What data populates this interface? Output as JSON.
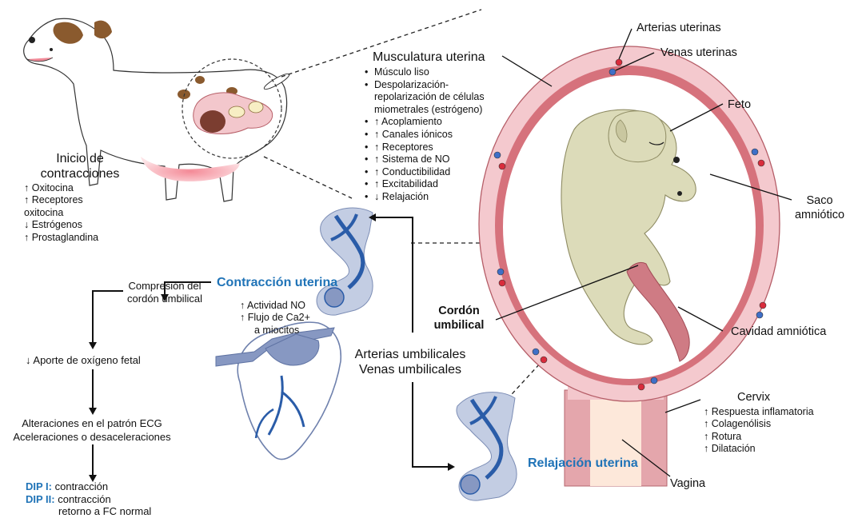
{
  "inicio": {
    "title_1": "Inicio de",
    "title_2": "contracciones",
    "items": [
      "↑ Oxitocina",
      "↑ Receptores",
      "oxitocina",
      "↓ Estrógenos",
      "↑ Prostaglandina"
    ]
  },
  "musculatura": {
    "title": "Musculatura uterina",
    "items": [
      "Músculo liso",
      "Despolarización-",
      "repolarización de células",
      "miometrales (estrógeno)",
      "↑  Acoplamiento",
      "↑  Canales iónicos",
      "↑  Receptores",
      "↑  Sistema de NO",
      "↑  Conductibilidad",
      "↑  Excitabilidad",
      "↓ Relajación"
    ]
  },
  "contraccion": {
    "title": "Contracción uterina",
    "items": [
      "↑ Actividad NO",
      "↑ Flujo de Ca2+",
      "a miocitos"
    ]
  },
  "flow": {
    "compresion_1": "Compresión del",
    "compresion_2": "cordón umbilical",
    "aporte": "↓ Aporte de oxígeno fetal",
    "alteraciones_1": "Alteraciones en el patrón ECG",
    "alteraciones_2": "Aceleraciones o desaceleraciones",
    "dip1_label": "DIP I:",
    "dip1_text": " contracción",
    "dip2_label": "DIP II:",
    "dip2_text": " contracción",
    "dip2_text_2": "retorno a FC normal"
  },
  "umbilicales": {
    "arterias": "Arterias umbilicales",
    "venas": "Venas umbilicales"
  },
  "labels": {
    "arterias_uterinas": "Arterias uterinas",
    "venas_uterinas": "Venas uterinas",
    "feto": "Feto",
    "saco_1": "Saco",
    "saco_2": "amniótico",
    "cordon_1": "Cordón",
    "cordon_2": "umbilical",
    "cavidad": "Cavidad amniótica",
    "vagina": "Vagina",
    "relajacion": "Relajación uterina"
  },
  "cervix": {
    "title": "Cervix",
    "items": [
      "↑ Respuesta inflamatoria",
      "↑ Colagenólisis",
      "↑ Rotura",
      "↑ Dilatación"
    ]
  },
  "colors": {
    "accent_blue": "#1f73b7",
    "uterus_pink": "#f2c3c8",
    "uterus_dark": "#cd6f78",
    "vessel_blue": "#2a5ca8",
    "vessel_light": "#b9c5dc",
    "fetus": "#dcdbb9",
    "artery_red": "#d92c3c",
    "vein_blue": "#3f6fc7"
  }
}
